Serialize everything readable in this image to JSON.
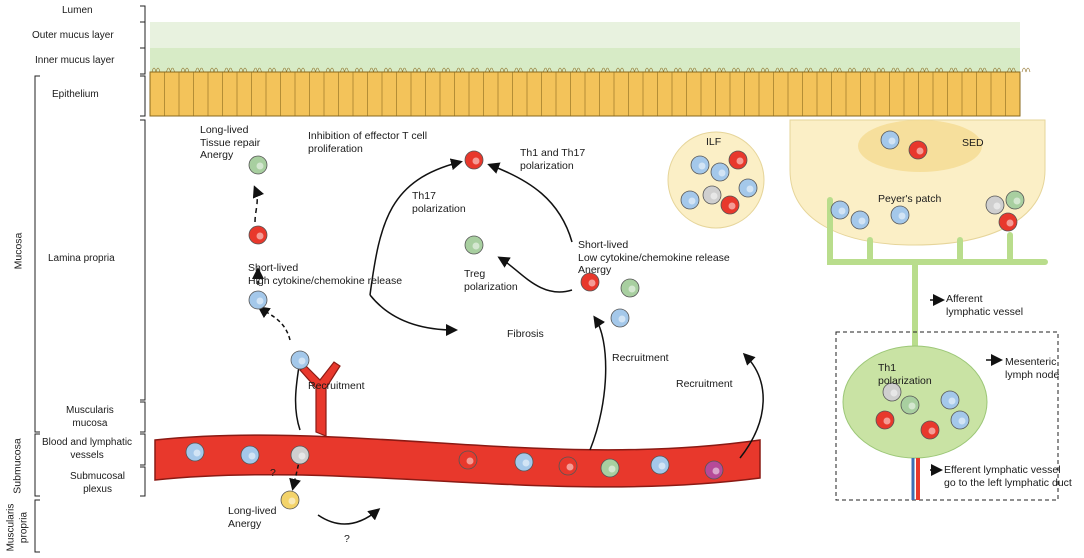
{
  "layers": {
    "lumen": "Lumen",
    "outer_mucus": "Outer mucus layer",
    "inner_mucus": "Inner mucus layer",
    "epithelium": "Epithelium",
    "lamina_propria": "Lamina propria",
    "muscularis_mucosa": "Muscularis\nmucosa",
    "blood_lymph": "Blood and lymphatic\nvessels",
    "submucosal_plexus": "Submucosal\nplexus",
    "mucosa": "Mucosa",
    "submucosa": "Submucosa",
    "muscularis_propria": "Muscularis\npropria"
  },
  "labels": {
    "long_lived_repair": "Long-lived\nTissue repair\nAnergy",
    "inhibition": "Inhibition of effector T cell\nproliferation",
    "th17": "Th17\npolarization",
    "th1_th17": "Th1 and Th17\npolarization",
    "short_lived_high": "Short-lived\nHigh cytokine/chemokine release",
    "treg": "Treg\npolarization",
    "short_lived_low": "Short-lived\nLow cytokine/chemokine release\nAnergy",
    "fibrosis": "Fibrosis",
    "recruitment_left": "Recruitment",
    "recruitment_mid": "Recruitment",
    "recruitment_right": "Recruitment",
    "question1": "?",
    "question2": "?",
    "long_lived_anergy": "Long-lived\nAnergy",
    "ilf": "ILF",
    "sed": "SED",
    "peyers_patch": "Peyer's patch",
    "afferent": "Afferent\nlymphatic vessel",
    "th1": "Th1\npolarization",
    "mesenteric": "Mesenteric\nlymph node",
    "efferent": "Efferent lymphatic vessel\ngo to the left lymphatic duct"
  },
  "colors": {
    "blood_vessel": "#e8382c",
    "epithelium": "#f3c35a",
    "mucus": "#e5f1dc",
    "lymph": "#c9e3a4",
    "peyers": "#fbefc6",
    "arrow_up": "#d81e1e"
  }
}
